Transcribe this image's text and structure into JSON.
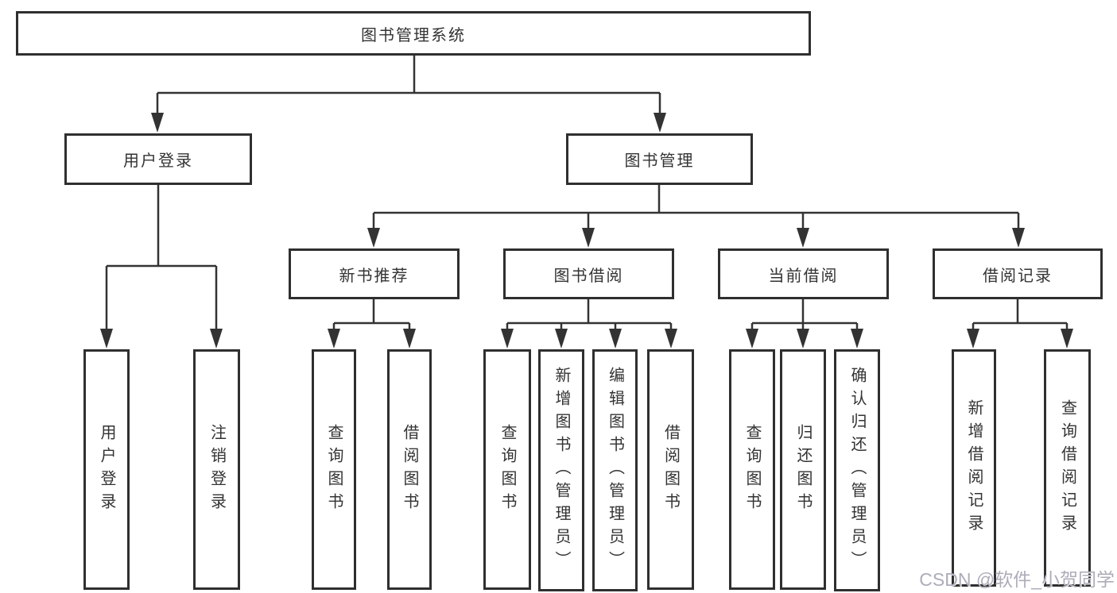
{
  "diagram": {
    "type": "hierarchy-tree",
    "title": "图书管理系统",
    "nodes": {
      "root": "图书管理系统",
      "user_login": "用户登录",
      "book_mgmt": "图书管理",
      "new_book_rec": "新书推荐",
      "book_borrow": "图书借阅",
      "current_borrow": "当前借阅",
      "borrow_records": "借阅记录",
      "ul_login": "用户登录",
      "ul_logout": "注销登录",
      "nb_query": "查询图书",
      "nb_borrow": "借阅图书",
      "bb_query": "查询图书",
      "bb_add": "新增图书（管理员）",
      "bb_edit": "编辑图书（管理员）",
      "bb_borrow": "借阅图书",
      "cb_query": "查询图书",
      "cb_return": "归还图书",
      "cb_confirm": "确认归还（管理员）",
      "br_add": "新增借阅记录",
      "br_query": "查询借阅记录"
    },
    "hierarchy": {
      "图书管理系统": {
        "用户登录": [
          "用户登录",
          "注销登录"
        ],
        "图书管理": {
          "新书推荐": [
            "查询图书",
            "借阅图书"
          ],
          "图书借阅": [
            "查询图书",
            "新增图书（管理员）",
            "编辑图书（管理员）",
            "借阅图书"
          ],
          "当前借阅": [
            "查询图书",
            "归还图书",
            "确认归还（管理员）"
          ],
          "借阅记录": [
            "新增借阅记录",
            "查询借阅记录"
          ]
        }
      }
    }
  },
  "watermark": {
    "text": "CSDN @软件_小贺同学"
  },
  "colors": {
    "background": "#ffffff",
    "box_border": "#2f2f2f",
    "box_bg": "#ffffff",
    "line": "#333333",
    "text": "#333333",
    "watermark": "#acadb9"
  }
}
